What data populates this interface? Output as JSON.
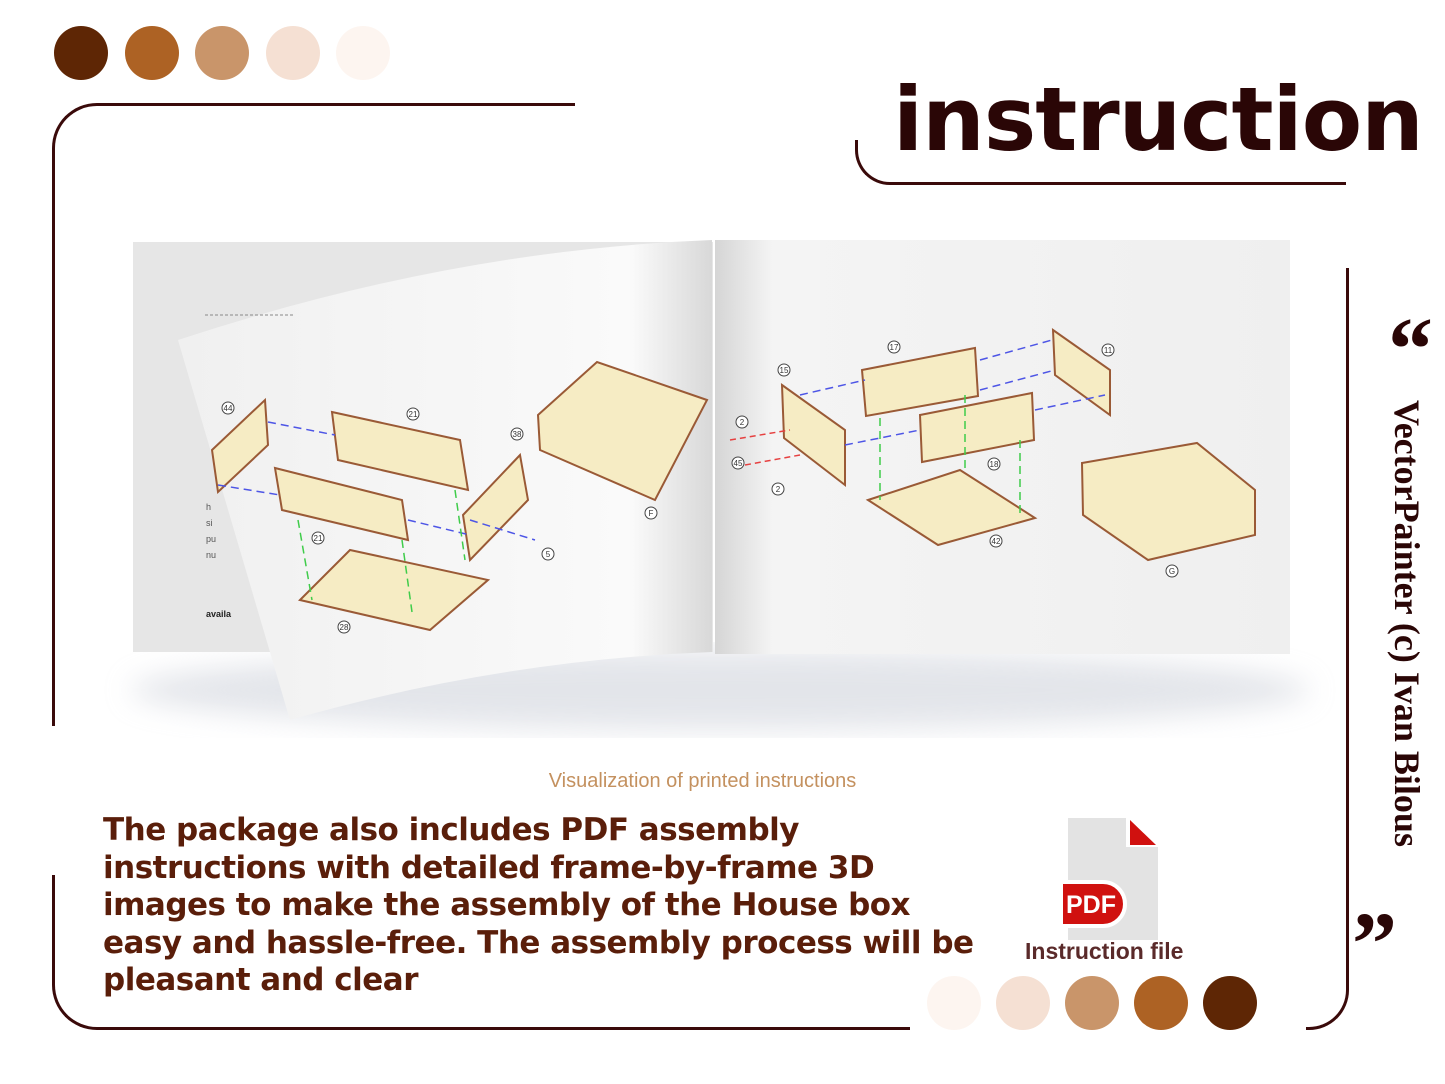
{
  "palette_top": [
    "#5e2605",
    "#ad6224",
    "#c9956a",
    "#f5e0d3",
    "#fdf5f0"
  ],
  "palette_bottom": [
    "#fdf5f0",
    "#f5e0d3",
    "#c9956a",
    "#ad6224",
    "#5e2605"
  ],
  "title": "instruction",
  "caption": "Visualization of printed instructions",
  "description": "The package also includes PDF assembly instructions with detailed frame-by-frame 3D images to make the assembly of the House box easy and hassle-free. The assembly process will be pleasant and clear",
  "pdf_icon": {
    "badge": "PDF",
    "label": "Instruction file",
    "color": "#d0110f"
  },
  "credit": "VectorPainter (c) Ivan Bilous",
  "quote_open": "“",
  "quote_close": "”",
  "book": {
    "left_page_text": [
      "h",
      "si",
      "pu",
      "nu",
      "availa"
    ],
    "left_parts": [
      "44",
      "21",
      "21",
      "38",
      "5",
      "28",
      "F"
    ],
    "right_parts": [
      "15",
      "17",
      "11",
      "2",
      "45",
      "2",
      "18",
      "42",
      "G"
    ]
  }
}
